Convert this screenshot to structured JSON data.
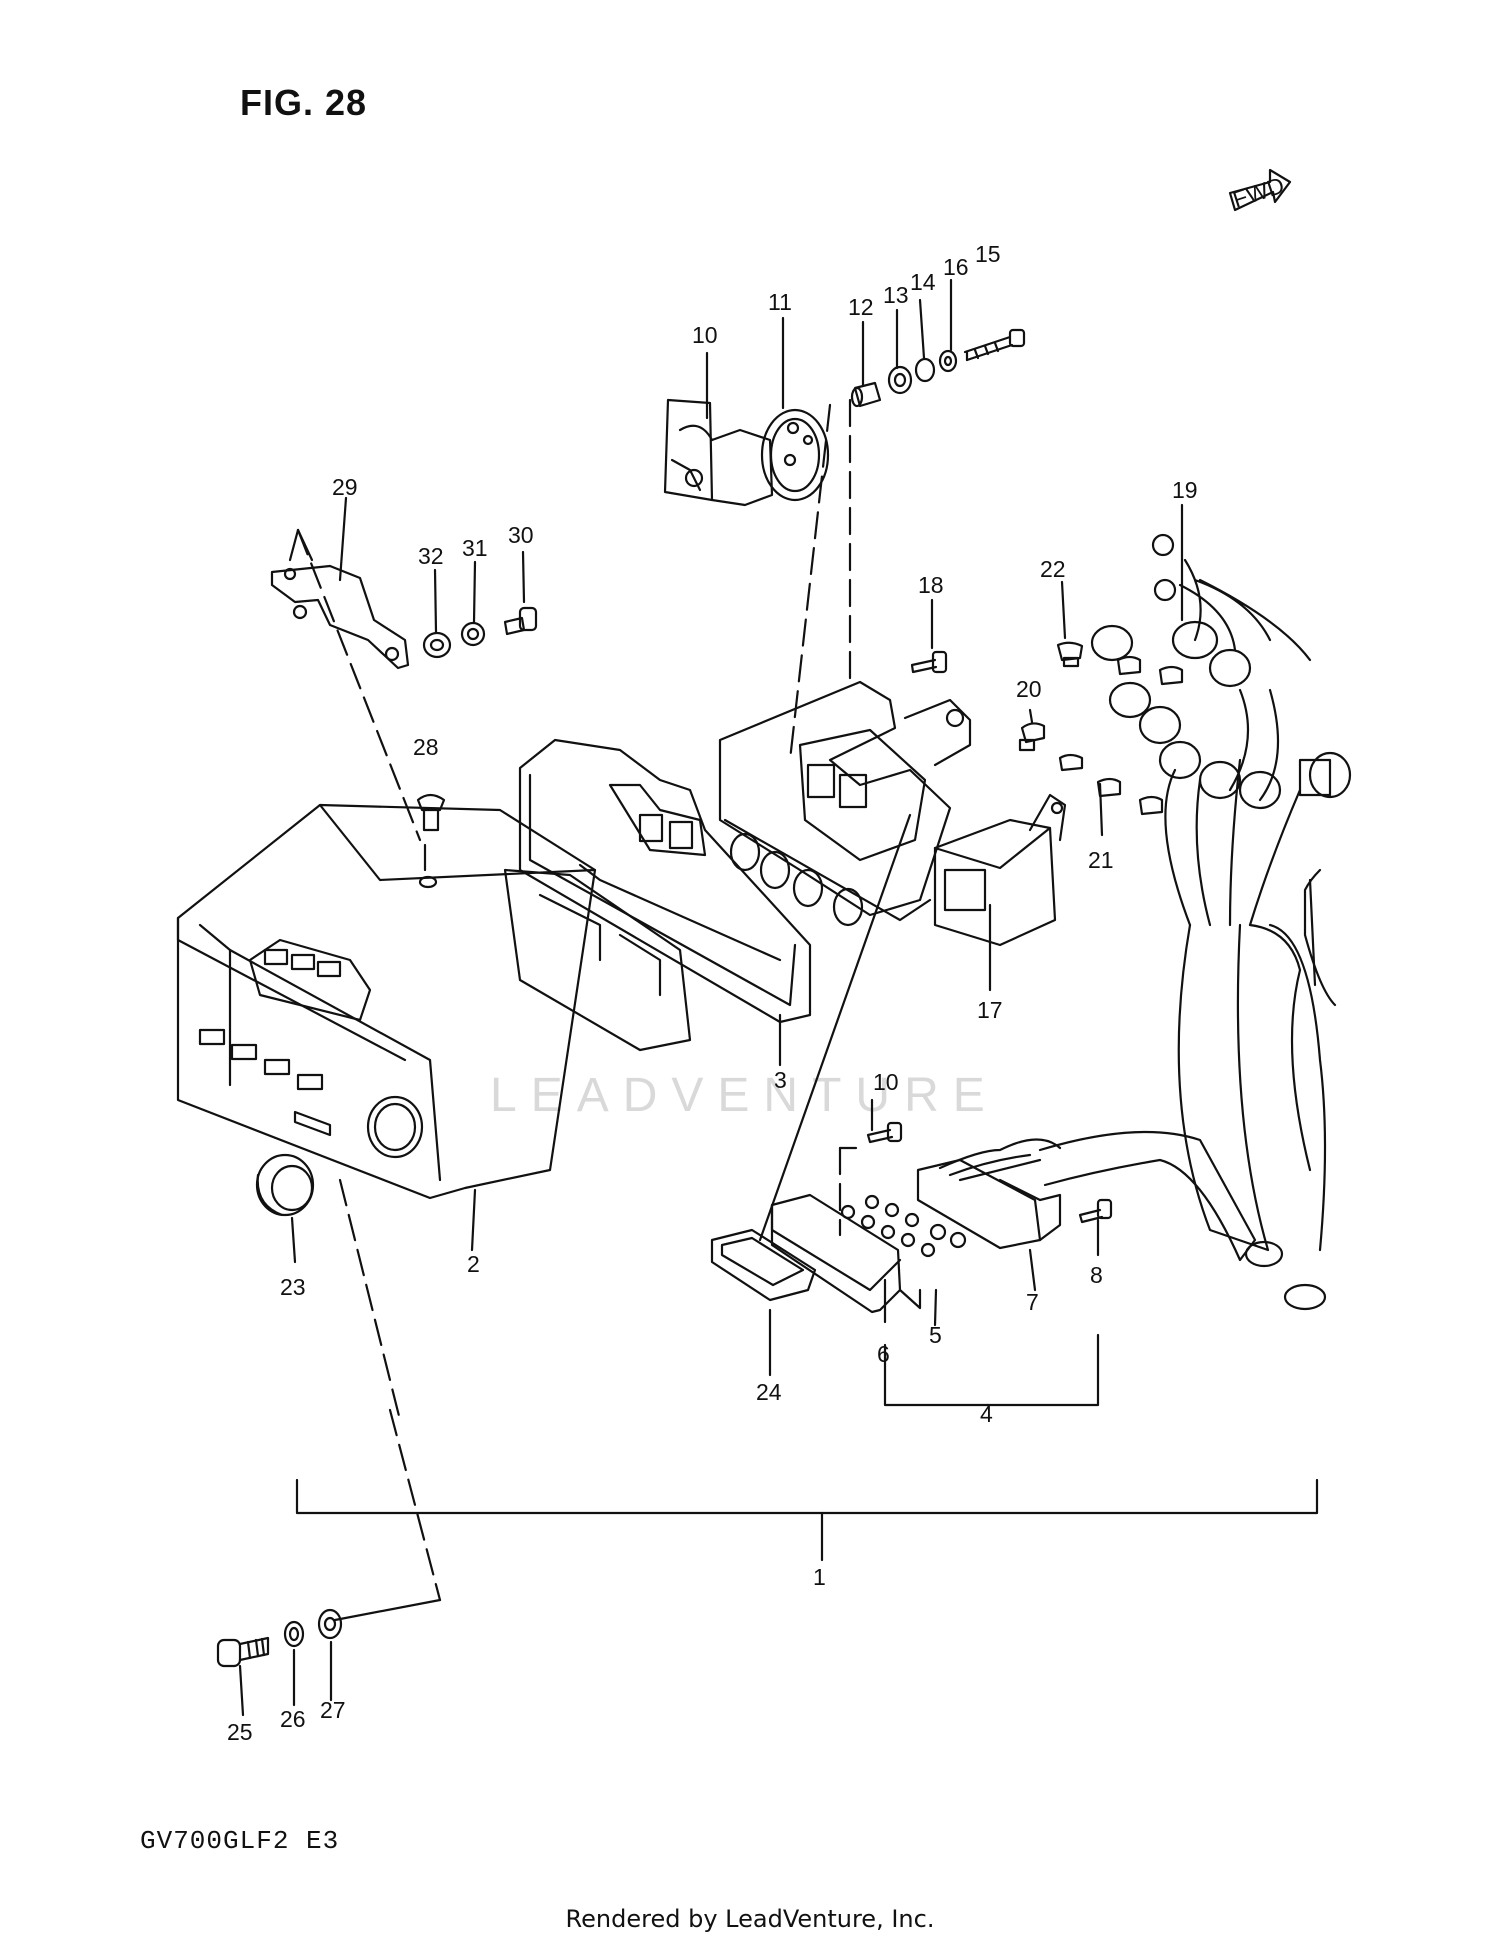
{
  "figure_title": "FIG. 28",
  "model_code": "GV700GLF2  E3",
  "credit": "Rendered by LeadVenture, Inc.",
  "watermark": "LEADVENTURE",
  "direction_badge": "FWD",
  "callouts": {
    "p1": "1",
    "p2": "2",
    "p3": "3",
    "p4": "4",
    "p5": "5",
    "p6": "6",
    "p7": "7",
    "p8": "8",
    "p10a": "10",
    "p10b": "10",
    "p11": "11",
    "p12": "12",
    "p13": "13",
    "p14": "14",
    "p15": "15",
    "p16": "16",
    "p17": "17",
    "p18": "18",
    "p19": "19",
    "p20": "20",
    "p21": "21",
    "p22": "22",
    "p23": "23",
    "p24": "24",
    "p25": "25",
    "p26": "26",
    "p27": "27",
    "p28": "28",
    "p29": "29",
    "p30": "30",
    "p31": "31",
    "p32": "32"
  },
  "colors": {
    "line": "#111111",
    "watermark": "#d9d9d9",
    "background": "#ffffff"
  }
}
